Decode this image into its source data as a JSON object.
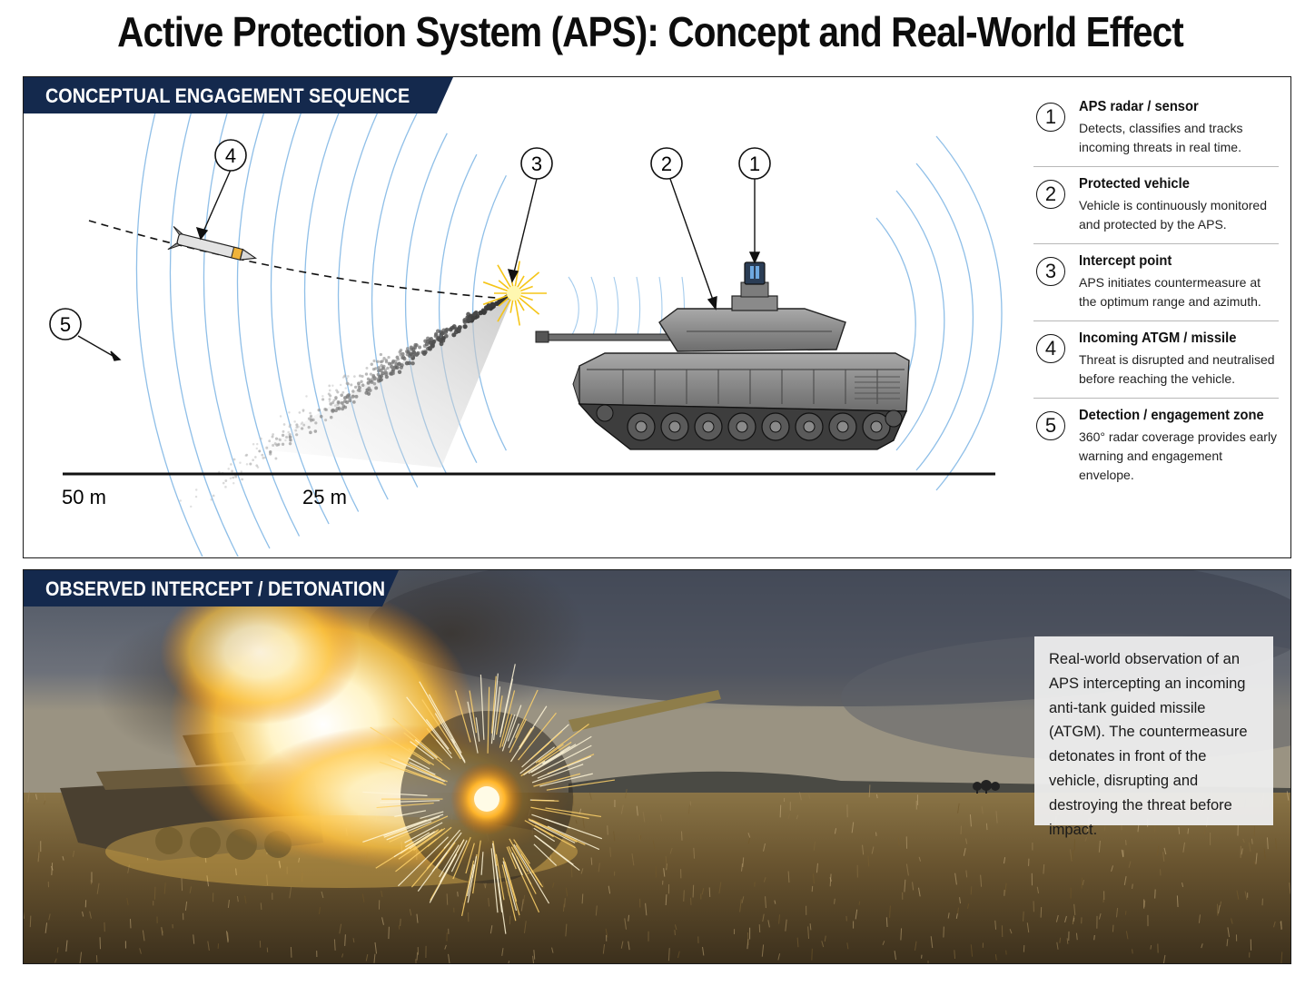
{
  "title": "Active Protection System (APS): Concept and Real-World Effect",
  "top_panel": {
    "tag": "CONCEPTUAL ENGAGEMENT SEQUENCE",
    "callouts": [
      "1",
      "2",
      "3",
      "4",
      "5"
    ],
    "distance_labels": [
      "50 m",
      "25 m"
    ]
  },
  "legend": [
    {
      "num": "1",
      "title": "APS radar / sensor",
      "desc": "Detects, classifies and tracks incoming threats in real time."
    },
    {
      "num": "2",
      "title": "Protected vehicle",
      "desc": "Vehicle is continuously monitored and protected by the APS."
    },
    {
      "num": "3",
      "title": "Intercept point",
      "desc": "APS initiates countermeasure at the optimum range and azimuth."
    },
    {
      "num": "4",
      "title": "Incoming ATGM / missile",
      "desc": "Threat is disrupted and neutralised before reaching the vehicle."
    },
    {
      "num": "5",
      "title": "Detection / engagement zone",
      "desc": "360° radar coverage provides early warning and engagement envelope."
    }
  ],
  "bottom_panel": {
    "tag": "OBSERVED INTERCEPT / DETONATION",
    "caption": "Real-world observation of an APS intercepting an incoming anti-tank guided missile (ATGM). The countermeasure detonates in front of the vehicle, disrupting and destroying the threat before impact."
  },
  "colors": {
    "tag_bg": "#14294d",
    "radar_wave": "#8fbfe8",
    "flash": "#f5c518"
  }
}
